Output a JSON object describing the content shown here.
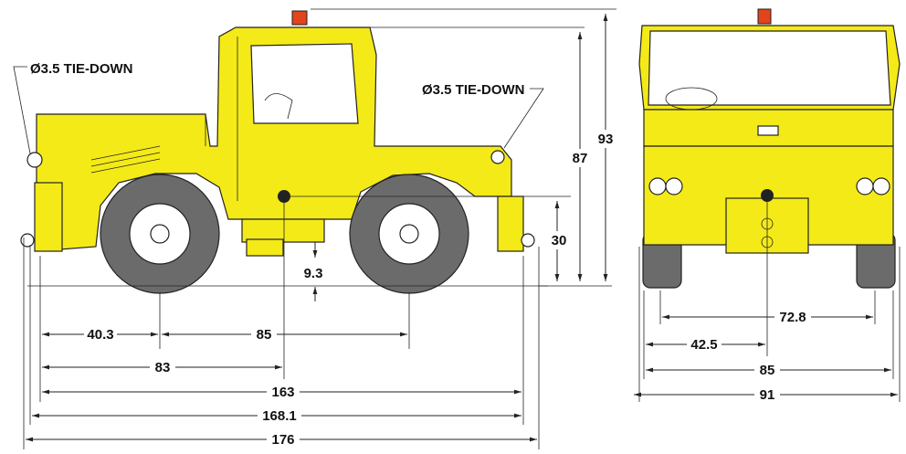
{
  "side_view": {
    "tiedown_left": "Ø3.5 TIE-DOWN",
    "tiedown_right": "Ø3.5 TIE-DOWN",
    "dim_93": "93",
    "dim_87": "87",
    "dim_30": "30",
    "dim_9_3": "9.3",
    "dim_40_3": "40.3",
    "dim_85": "85",
    "dim_83": "83",
    "dim_163": "163",
    "dim_168_1": "168.1",
    "dim_176": "176"
  },
  "front_view": {
    "dim_72_8": "72.8",
    "dim_42_5": "42.5",
    "dim_85": "85",
    "dim_91": "91"
  },
  "colors": {
    "body": "#f4ea18",
    "tire": "#6b6b6b",
    "beacon": "#e2441c"
  }
}
